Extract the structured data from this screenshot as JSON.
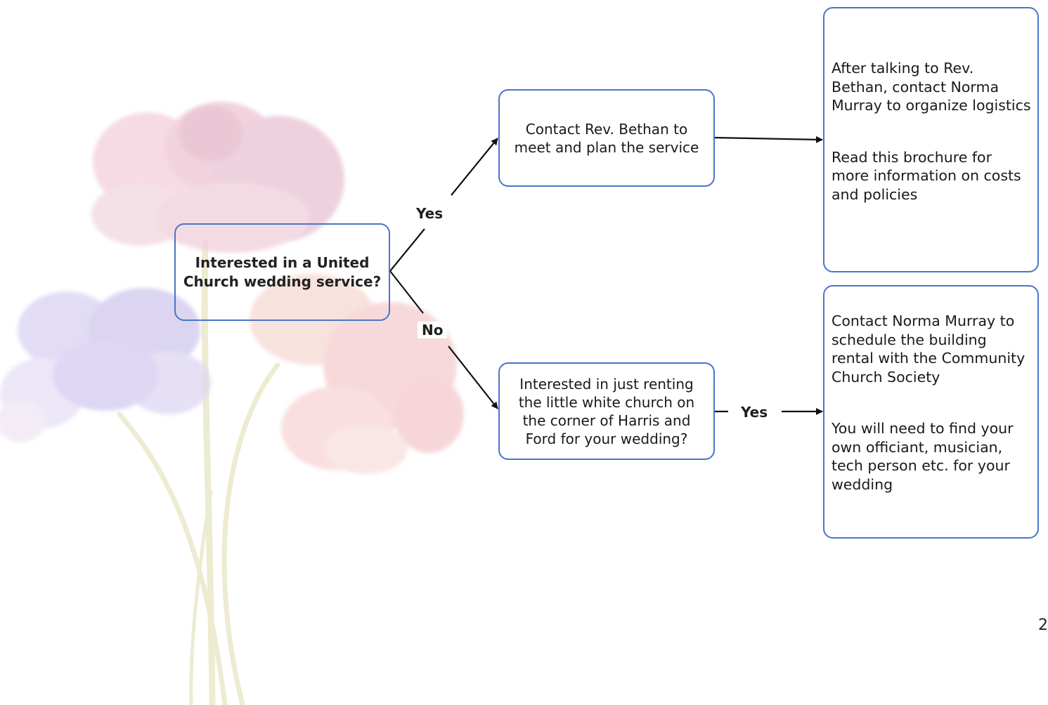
{
  "flowchart": {
    "question": "Interested in a United Church wedding service?",
    "yes_label": "Yes",
    "no_label": "No",
    "contact_box": "Contact Rev. Bethan to meet and plan the service",
    "rent_box": "Interested in just renting the little white church on the corner of Harris and Ford for your wedding?",
    "rent_yes_label": "Yes",
    "info_top": {
      "line1": "After talking to Rev. Bethan, contact Norma Murray to organize logistics",
      "line2": "Read this brochure for more information on costs and policies"
    },
    "info_bottom": {
      "line1": "Contact Norma Murray to schedule the building rental with the Community Church Society",
      "line2": "You will need to find your own officiant, musician, tech person etc. for your wedding"
    }
  },
  "page_number": "2",
  "colors": {
    "box_border": "#4a74c9",
    "arrow": "#111111",
    "flower_pink": "#f2c7d4",
    "flower_lilac": "#d7cdf0",
    "flower_peach": "#f6c8c8",
    "stem": "#e9e6c8"
  },
  "decoration": "watercolor-flowers"
}
